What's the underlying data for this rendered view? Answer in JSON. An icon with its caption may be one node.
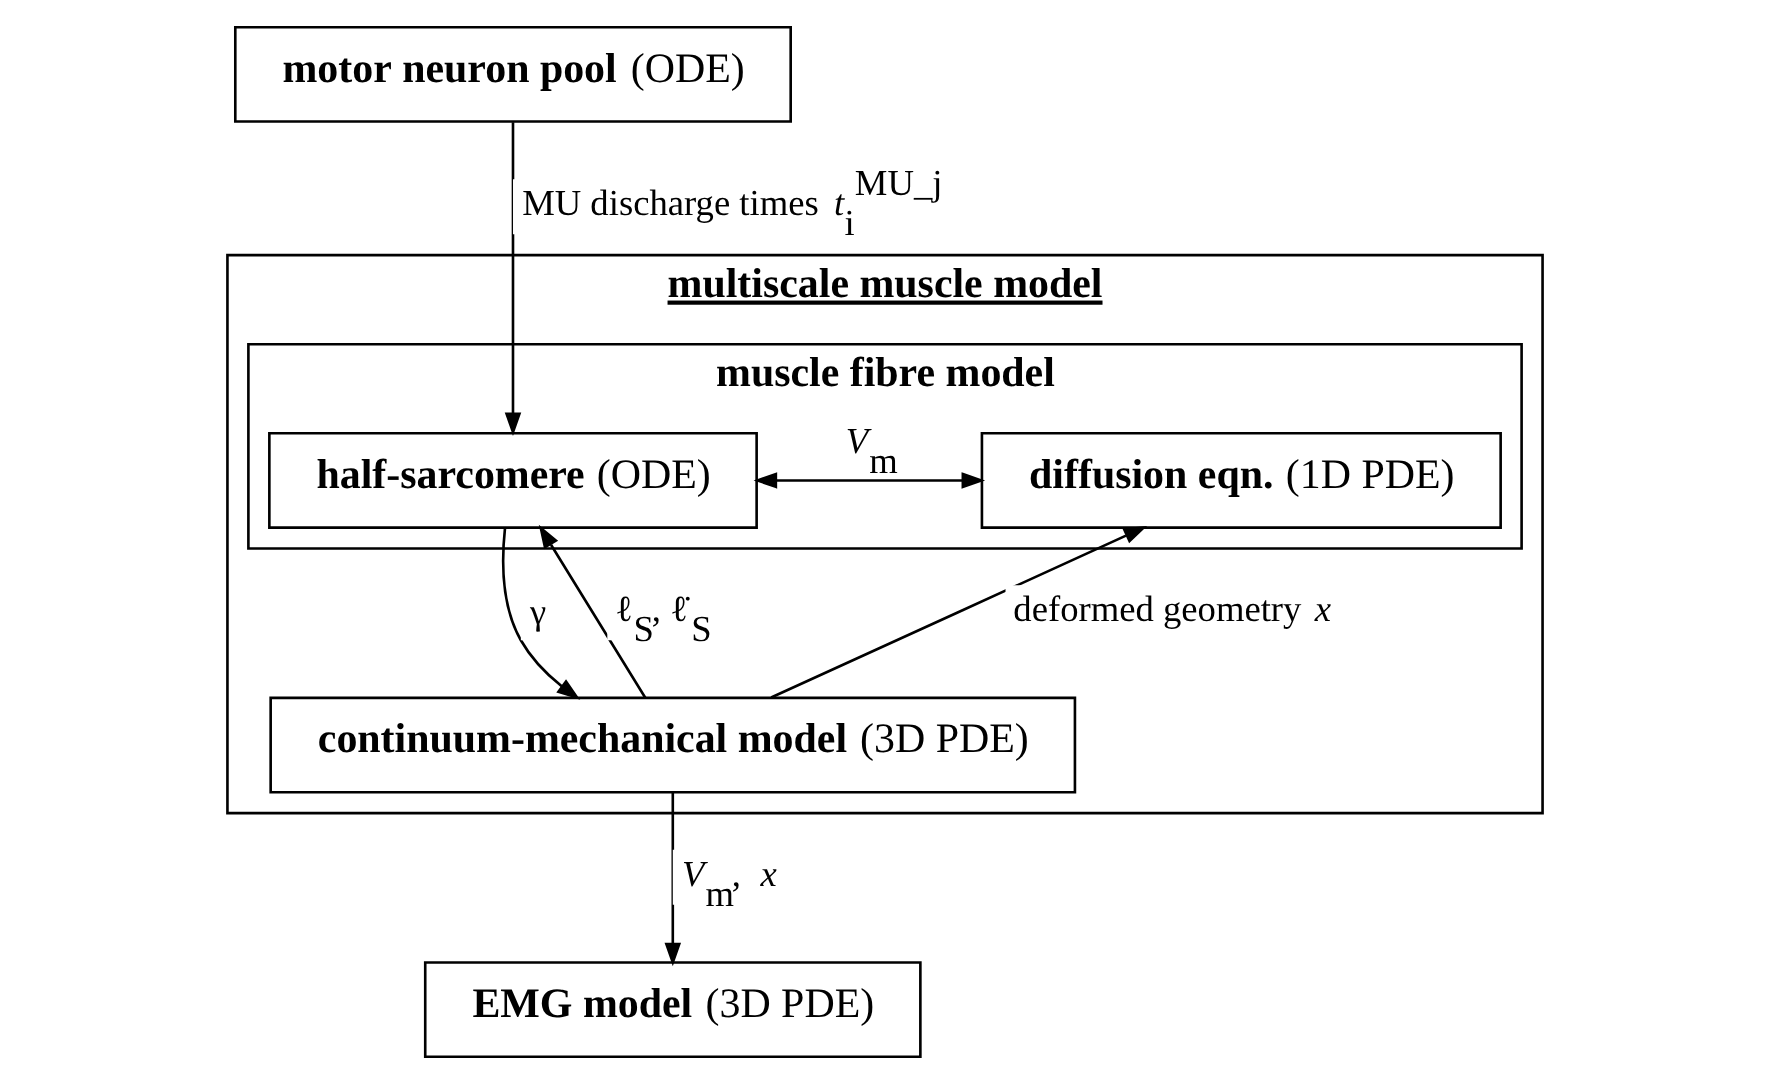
{
  "diagram": {
    "nodes": [
      {
        "text": [
          "**motor neuron pool** (ODE)"
        ]
      },
      {
        "text": [
          "multiscale muscle model"
        ]
      },
      {
        "text": [
          "muscle fibre model"
        ],
        "in": 1
      },
      {
        "text": [
          "**half-sarcomere** (ODE)"
        ],
        "in": 2
      },
      {
        "text": [
          "**diffusion eqn.** (1D PDE)"
        ],
        "in": 2
      },
      {
        "text": [
          "**continuum-mechanical model** (3D PDE)"
        ],
        "in": 1
      },
      {
        "text": [
          "**EMG model** (3D PDE)"
        ]
      }
    ],
    "edges": [
      {
        "from": 0,
        "to": 3,
        "arrow": "to",
        "label": "MU discharge times *t*$_{i}$$^{MU_j}$"
      },
      {
        "from": 3,
        "to": 4,
        "arrow": "both",
        "label": "*V*$_{m}$"
      },
      {
        "from": 5,
        "to": 3,
        "arrow": "to",
        "label": "ℓ$_{S}$, ℓ̇$_{S}$"
      },
      {
        "from": 3,
        "to": 5,
        "arrow": "to",
        "label": "γ"
      },
      {
        "from": 5,
        "to": 4,
        "arrow": "to",
        "label": "deformed geometry *x*"
      },
      {
        "from": 5,
        "to": 6,
        "arrow": "to",
        "label": "*V*$_{m}$, *x*"
      }
    ]
  }
}
